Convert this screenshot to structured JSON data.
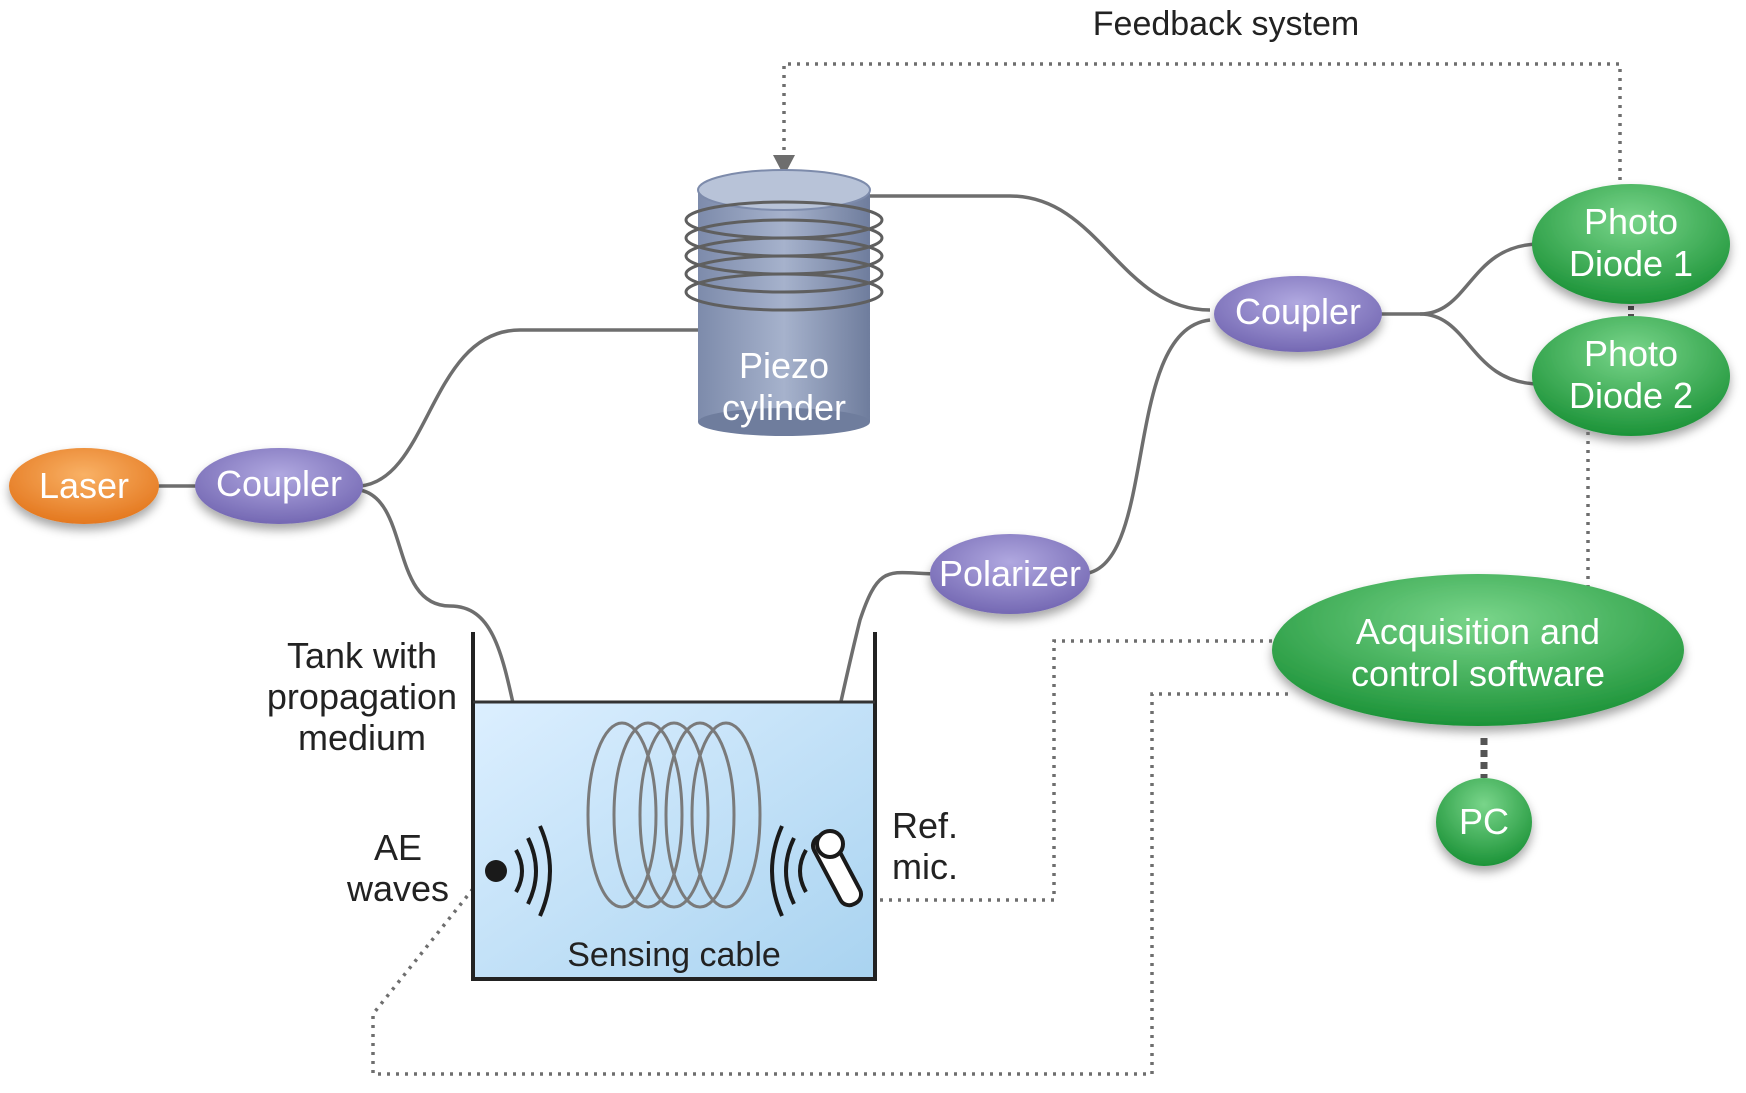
{
  "diagram": {
    "feedback_label": "Feedback system",
    "nodes": {
      "laser": "Laser",
      "coupler_left": "Coupler",
      "coupler_right": "Coupler",
      "polarizer": "Polarizer",
      "piezo_line1": "Piezo",
      "piezo_line2": "cylinder",
      "photodiode1_line1": "Photo",
      "photodiode1_line2": "Diode 1",
      "photodiode2_line1": "Photo",
      "photodiode2_line2": "Diode 2",
      "acquisition_line1": "Acquisition and",
      "acquisition_line2": "control software",
      "pc": "PC"
    },
    "annotations": {
      "tank_line1": "Tank with",
      "tank_line2": "propagation",
      "tank_line3": "medium",
      "ae_line1": "AE",
      "ae_line2": "waves",
      "ref_line1": "Ref.",
      "ref_line2": "mic.",
      "sensing_cable": "Sensing cable"
    },
    "colors": {
      "laser": "#f08a2e",
      "coupler": "#8a7fc4",
      "photodiode": "#2aa448",
      "piezo": "#8796b4",
      "tank_water": "#bfe0f5",
      "connector": "#6e6e6e"
    }
  }
}
